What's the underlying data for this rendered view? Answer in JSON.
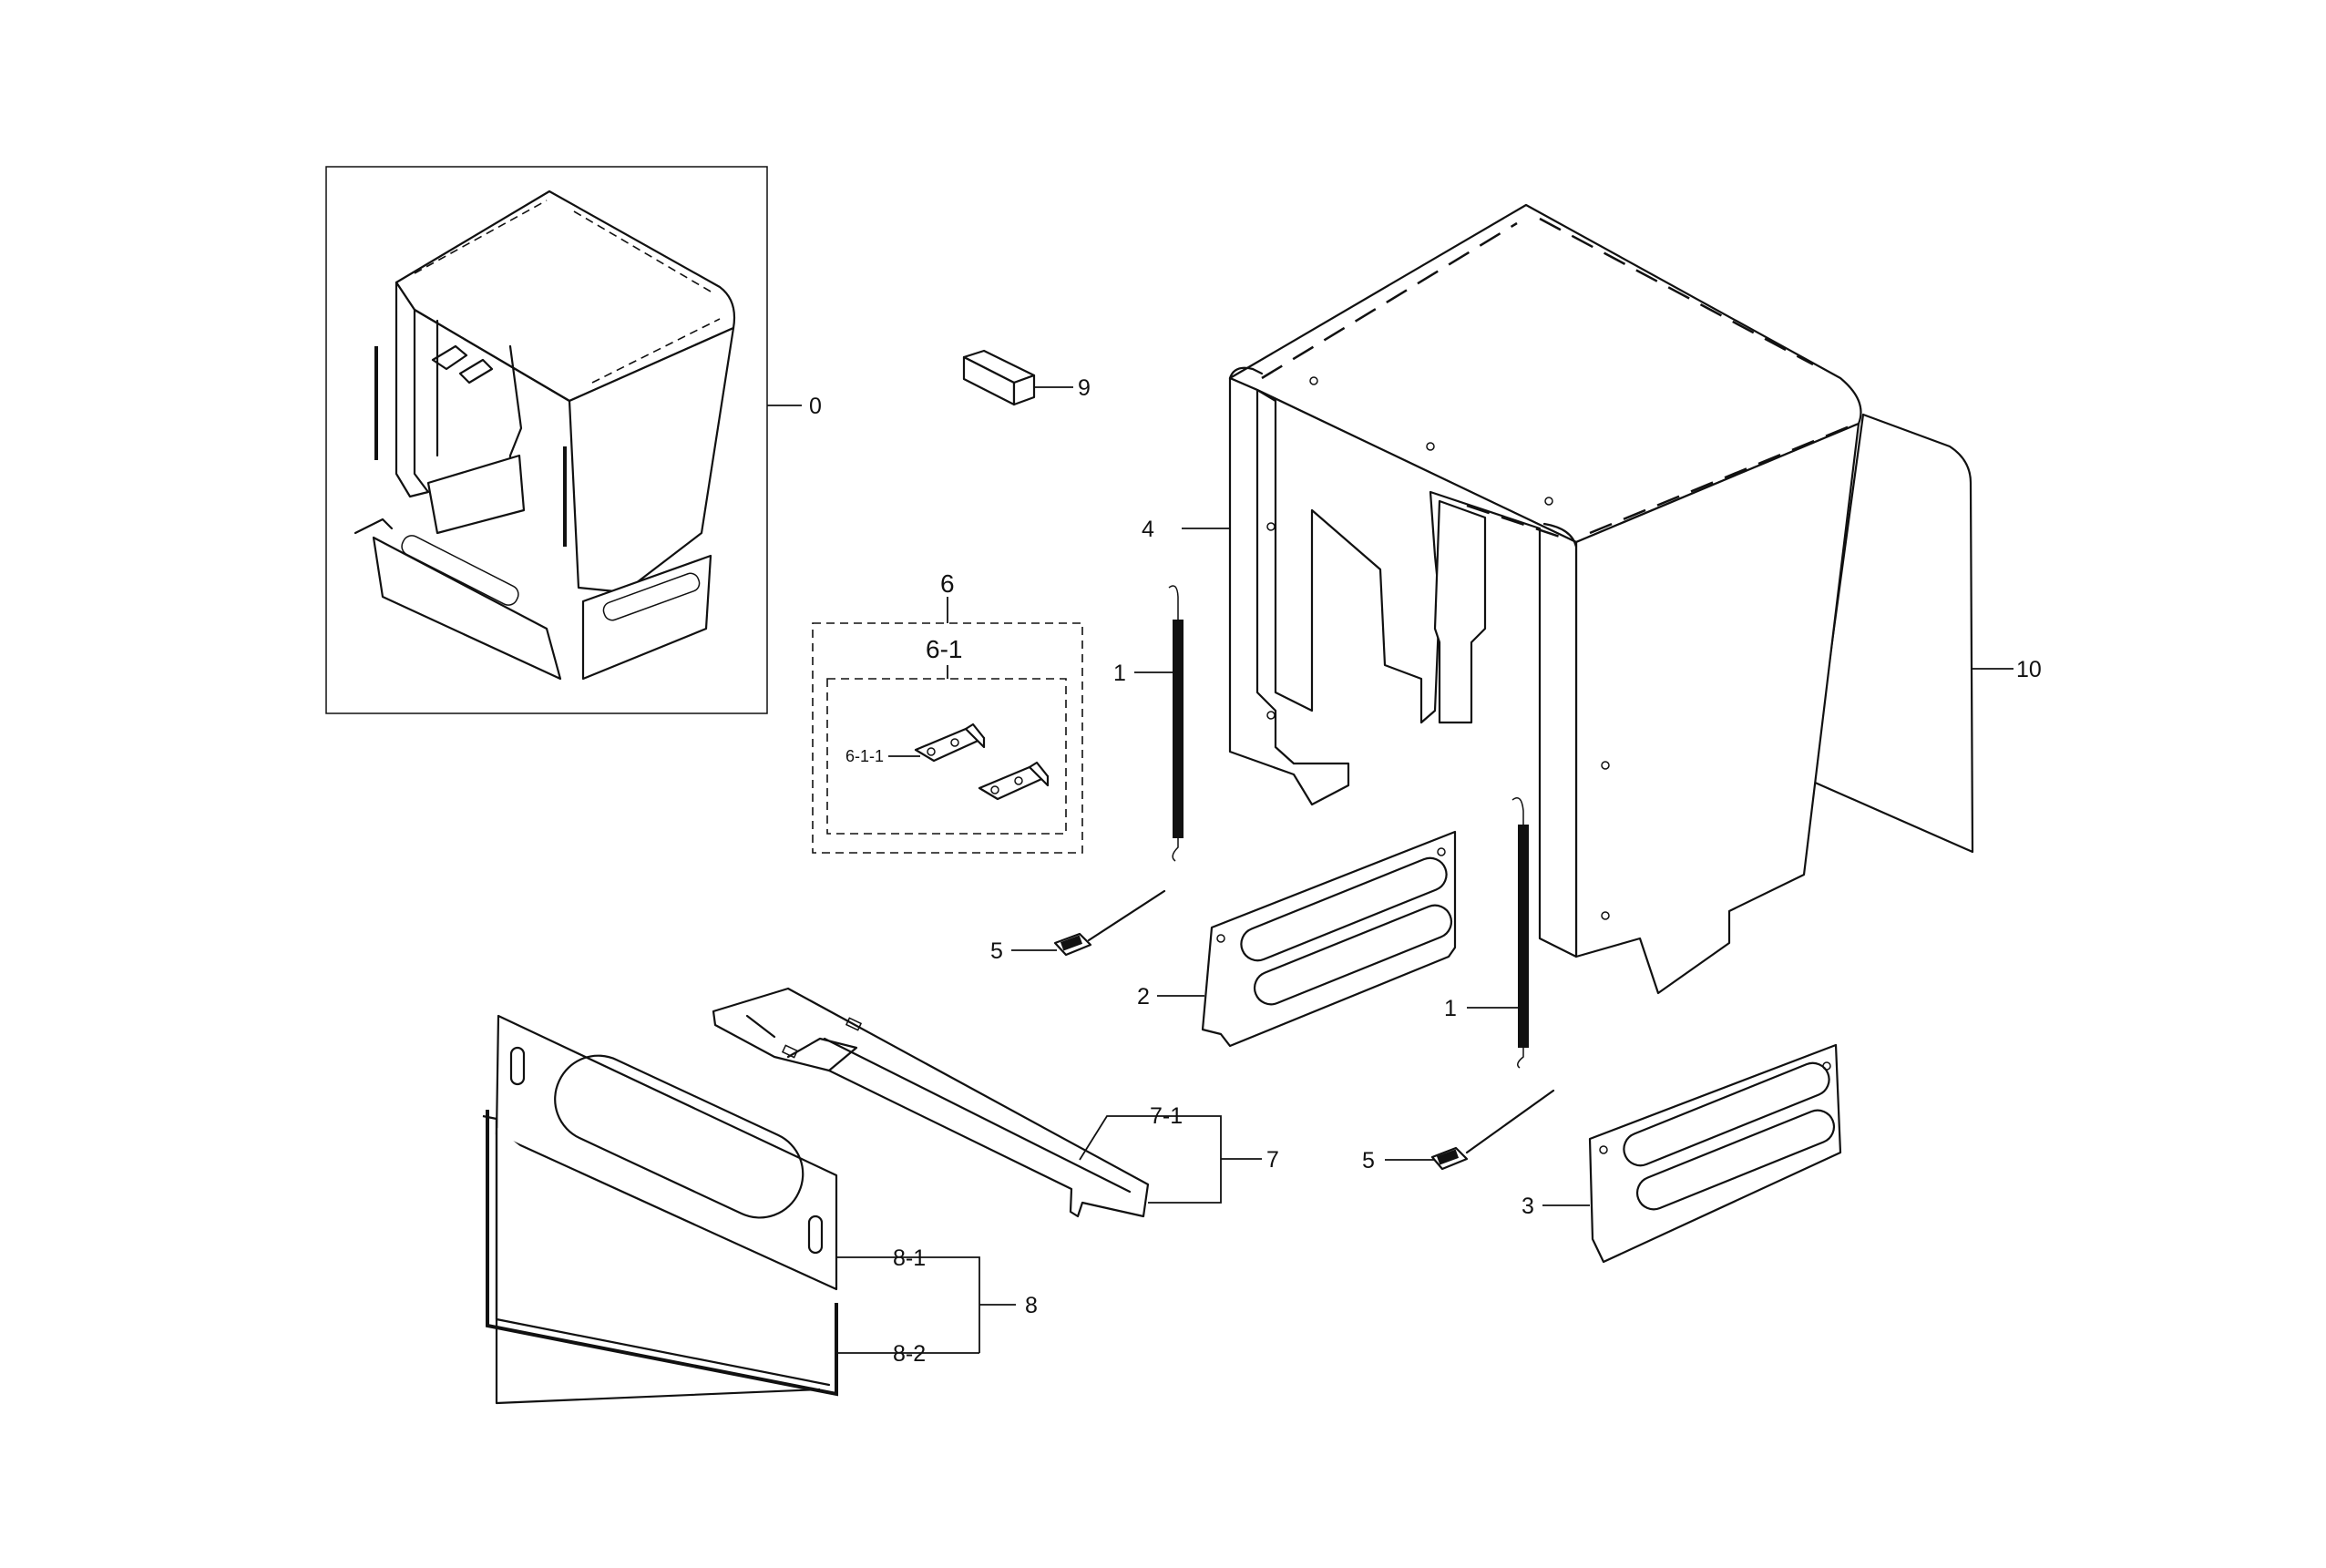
{
  "diagram": {
    "part_labels": {
      "p0": "0",
      "p1a": "1",
      "p1b": "1",
      "p2": "2",
      "p3": "3",
      "p4": "4",
      "p5a": "5",
      "p5b": "5",
      "p6": "6",
      "p6_1": "6-1",
      "p6_1_1": "6-1-1",
      "p7": "7",
      "p7_1": "7-1",
      "p8": "8",
      "p8_1": "8-1",
      "p8_2": "8-2",
      "p9": "9",
      "p10": "10"
    }
  }
}
